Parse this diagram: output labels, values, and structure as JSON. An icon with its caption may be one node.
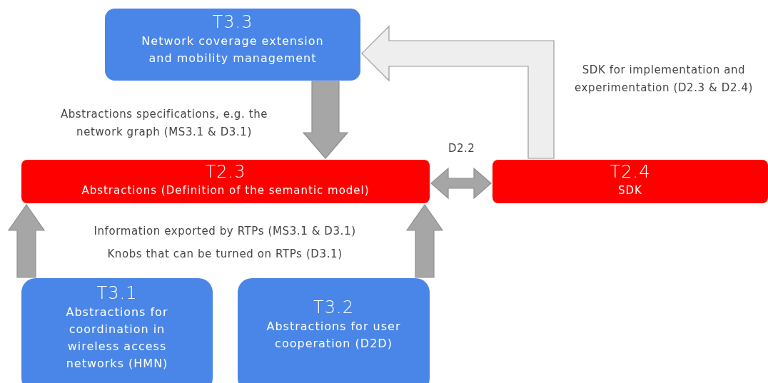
{
  "diagram": {
    "nodes": [
      {
        "text": [
          "T3.3",
          "Network coverage extension and mobility management"
        ]
      },
      {
        "text": [
          "T2.3",
          "Abstractions (Definition of the semantic model)"
        ]
      },
      {
        "text": [
          "T2.4",
          "SDK"
        ]
      },
      {
        "text": [
          "T3.1",
          "Abstractions for coordination in wireless access networks (HMN)"
        ]
      },
      {
        "text": [
          "T3.2",
          "Abstractions for user cooperation (D2D)"
        ]
      }
    ],
    "edges": [
      {
        "from": 0,
        "to": 1,
        "arrow": "to"
      },
      {
        "from": 3,
        "to": 1,
        "arrow": "to"
      },
      {
        "from": 4,
        "to": 1,
        "arrow": "to"
      },
      {
        "from": 1,
        "to": 2,
        "arrow": "both",
        "label": "D2.2"
      },
      {
        "from": 2,
        "to": 0,
        "arrow": "to",
        "color": "#eeeeee"
      }
    ],
    "labels": [
      "Abstractions specifications, e.g. the network graph (MS3.1 & D3.1)",
      "SDK for implementation and experimentation (D2.3 & D2.4)",
      "Information exported by RTPs (MS3.1 & D3.1)",
      "Knobs that can be turned on RTPs (D3.1)"
    ]
  }
}
